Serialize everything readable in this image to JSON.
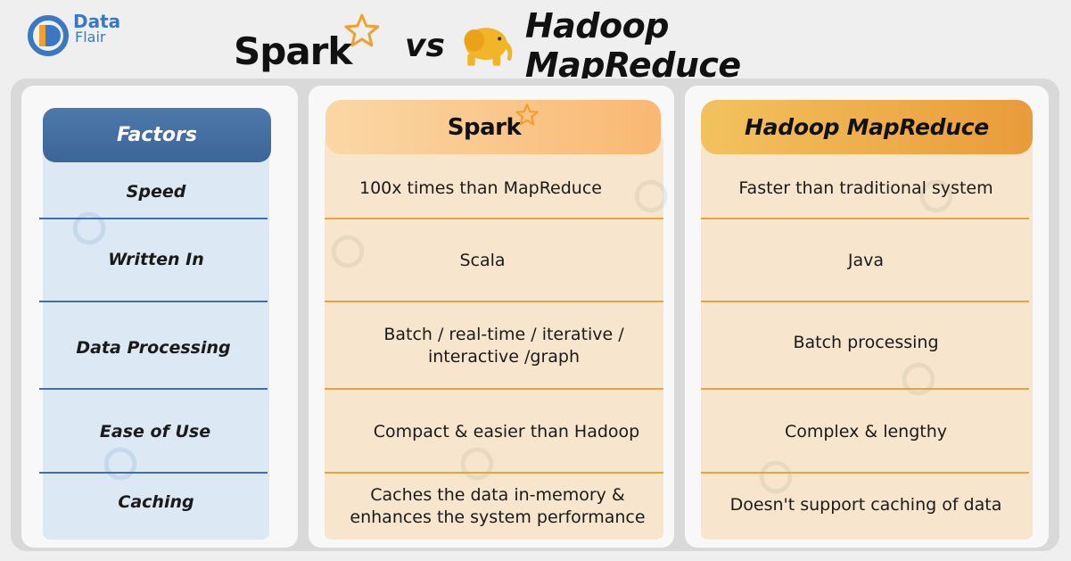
{
  "brand": {
    "line1": "Data",
    "line2": "Flair"
  },
  "title": {
    "left": "Spark",
    "vs": "vs",
    "right": "Hadoop MapReduce"
  },
  "columns": {
    "factors": "Factors",
    "spark": "Spark",
    "hadoop": "Hadoop MapReduce"
  },
  "rows": [
    {
      "factor": "Speed",
      "spark": "100x times than MapReduce",
      "hadoop": "Faster than traditional system"
    },
    {
      "factor": "Written In",
      "spark": "Scala",
      "hadoop": "Java"
    },
    {
      "factor": "Data Processing",
      "spark": "Batch / real-time / iterative / interactive /graph",
      "hadoop": "Batch processing"
    },
    {
      "factor": "Ease of Use",
      "spark": "Compact & easier than Hadoop",
      "hadoop": "Complex & lengthy"
    },
    {
      "factor": "Caching",
      "spark": "Caches the data in-memory & enhances the system performance",
      "hadoop": "Doesn't support caching of data"
    }
  ],
  "colors": {
    "factor_header": "#3c6598",
    "spark_header": "#f9b873",
    "hadoop_header": "#ea9b3a",
    "factor_column": "#dce8f3",
    "value_column": "#f7e6cd",
    "brand_blue": "#3a78c3",
    "star": "#f0a030",
    "elephant": "#f2b52a"
  }
}
